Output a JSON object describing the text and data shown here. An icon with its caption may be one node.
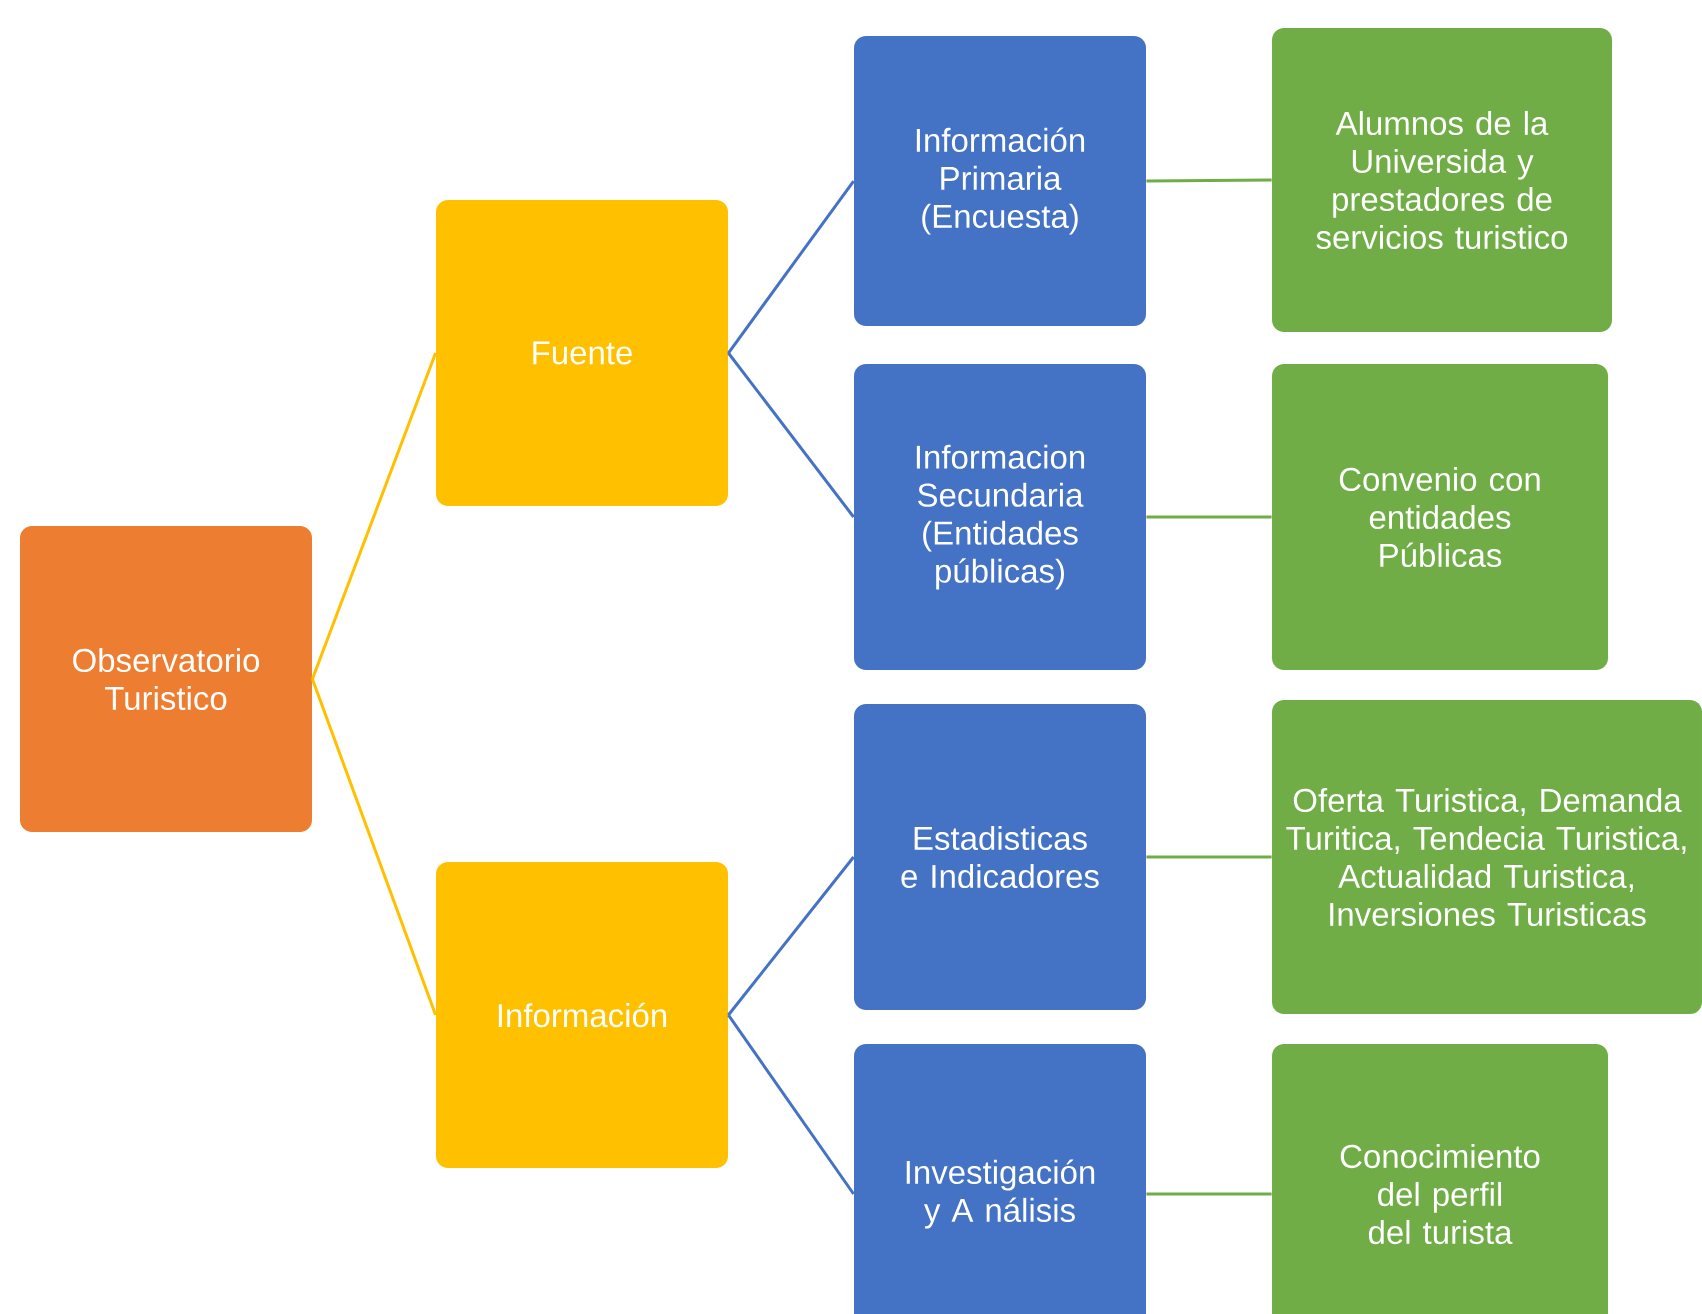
{
  "diagram": {
    "nodes": [
      {
        "text": [
          "Observatorio Turistico"
        ]
      },
      {
        "text": [
          "Fuente"
        ]
      },
      {
        "text": [
          "Información"
        ]
      },
      {
        "text": [
          "Información Primaria (Encuesta)"
        ]
      },
      {
        "text": [
          "Informacion Secundaria (Entidades públicas)"
        ]
      },
      {
        "text": [
          "Estadisticas e Indicadores"
        ]
      },
      {
        "text": [
          "Investigación y A nálisis"
        ]
      },
      {
        "text": [
          "Alumnos de la Universida y prestadores de servicios turistico"
        ]
      },
      {
        "text": [
          "Convenio con entidades Públicas"
        ]
      },
      {
        "text": [
          "Oferta Turistica, Demanda Turitica, Tendecia Turistica, Actualidad Turistica, Inversiones Turisticas"
        ]
      },
      {
        "text": [
          "Conocimiento del perfil del turista"
        ]
      }
    ],
    "edges": [
      {
        "from": 0,
        "to": 1,
        "arrow": "none",
        "color": "#ffc000"
      },
      {
        "from": 0,
        "to": 2,
        "arrow": "none",
        "color": "#ffc000"
      },
      {
        "from": 1,
        "to": 3,
        "arrow": "none",
        "color": "#4472c4"
      },
      {
        "from": 1,
        "to": 4,
        "arrow": "none",
        "color": "#4472c4"
      },
      {
        "from": 2,
        "to": 5,
        "arrow": "none",
        "color": "#4472c4"
      },
      {
        "from": 2,
        "to": 6,
        "arrow": "none",
        "color": "#4472c4"
      },
      {
        "from": 3,
        "to": 7,
        "arrow": "none",
        "color": "#70ad47"
      },
      {
        "from": 4,
        "to": 8,
        "arrow": "none",
        "color": "#70ad47"
      },
      {
        "from": 5,
        "to": 9,
        "arrow": "none",
        "color": "#70ad47"
      },
      {
        "from": 6,
        "to": 10,
        "arrow": "none",
        "color": "#70ad47"
      }
    ]
  }
}
